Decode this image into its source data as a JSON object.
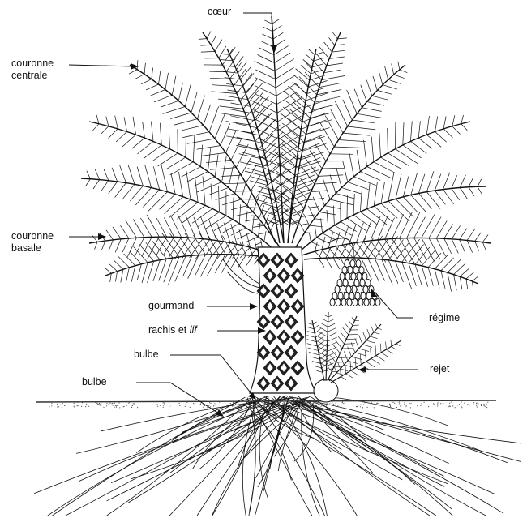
{
  "labels": {
    "coeur": "cœur",
    "couronne_centrale_1": "couronne",
    "couronne_centrale_2": "centrale",
    "couronne_basale_1": "couronne",
    "couronne_basale_2": "basale",
    "gourmand": "gourmand",
    "rachis_1": "rachis et ",
    "rachis_2": "lif",
    "bulbe_upper": "bulbe",
    "bulbe_lower": "bulbe",
    "regime": "régime",
    "rejet": "rejet"
  },
  "colors": {
    "ink": "#111111",
    "ground": "#333333"
  }
}
